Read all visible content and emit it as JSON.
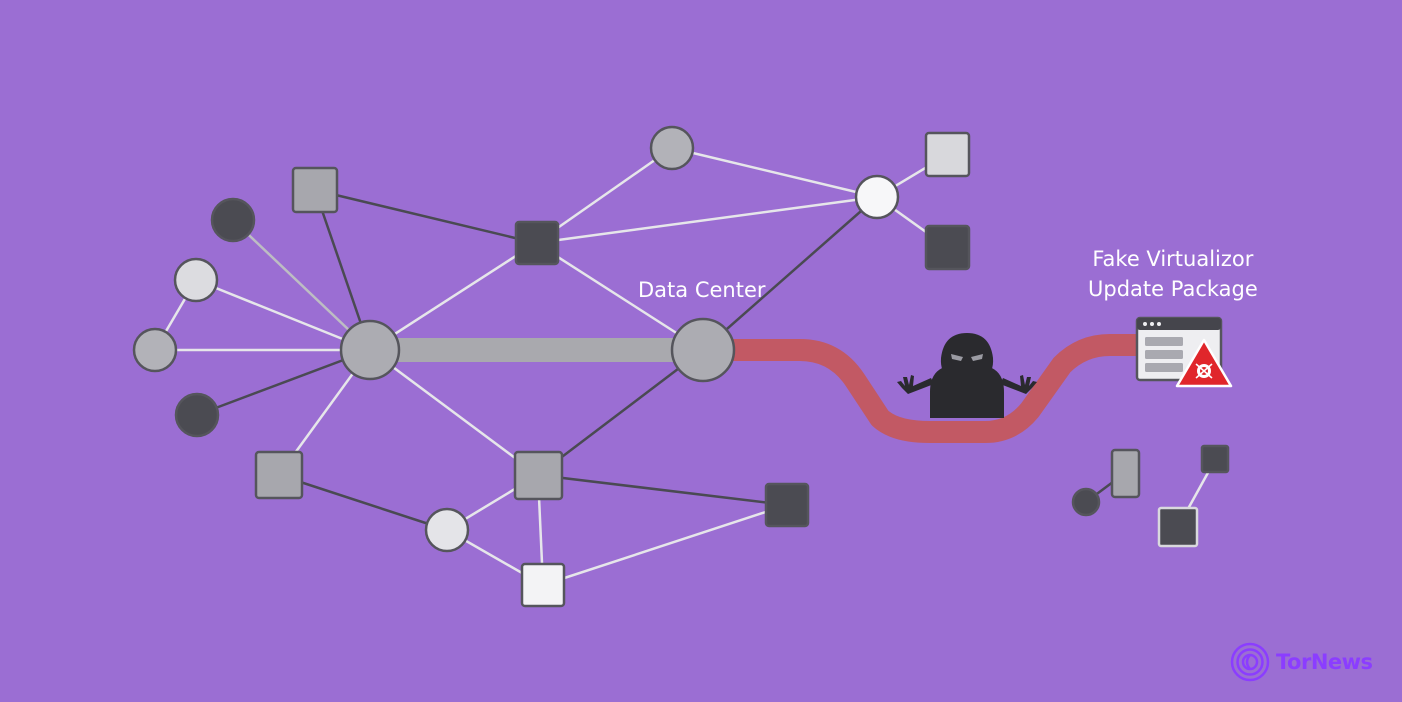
{
  "labels": {
    "data_center": "Data Center",
    "fake_package_line1": "Fake Virtualizor",
    "fake_package_line2": "Update Package"
  },
  "brand": {
    "name": "TorNews",
    "color": "#8b3dff",
    "logo_icon": "tornews-logo-icon"
  },
  "colors": {
    "background": "#9b6ed3",
    "attack_path": "#c4575e",
    "warning": "#e0262b"
  }
}
